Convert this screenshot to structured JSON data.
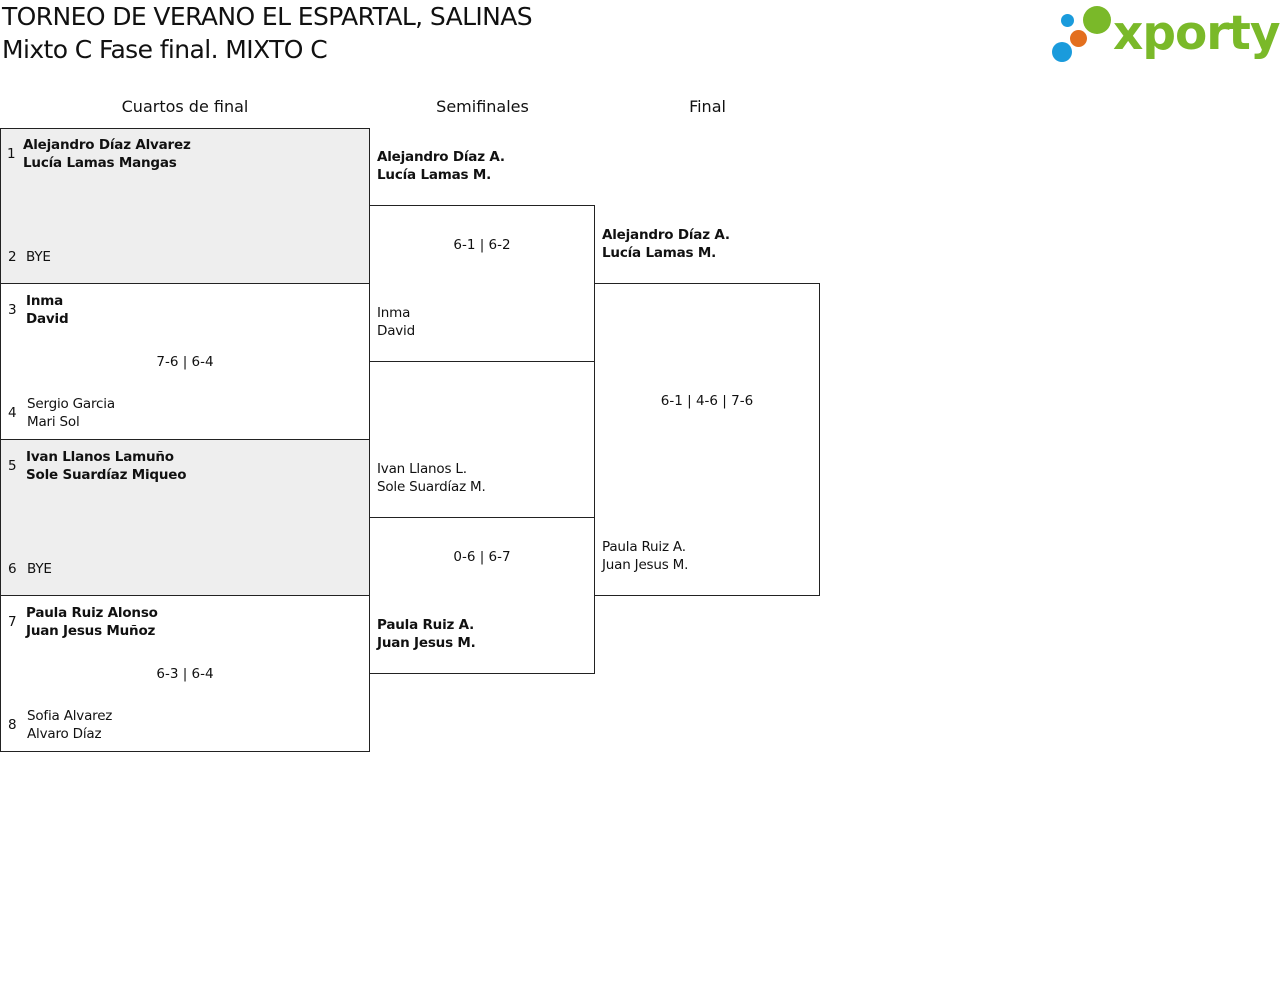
{
  "title": {
    "line1": "TORNEO DE VERANO EL ESPARTAL, SALINAS",
    "line2": "Mixto C Fase final. MIXTO C"
  },
  "logo": {
    "text": "xporty",
    "colors": {
      "green": "#7ab929",
      "blue": "#1a9bdc",
      "orange": "#e36f1e"
    }
  },
  "rounds": [
    "Cuartos de final",
    "Semifinales",
    "Final"
  ],
  "quarterfinals": [
    {
      "top": {
        "seed": "1",
        "line1": "Alejandro Díaz Alvarez",
        "line2": "Lucía Lamas Mangas"
      },
      "bottom": {
        "seed": "2",
        "line1": "BYE",
        "line2": ""
      },
      "score": ""
    },
    {
      "top": {
        "seed": "3",
        "line1": "Inma",
        "line2": "David"
      },
      "bottom": {
        "seed": "4",
        "line1": "Sergio Garcia",
        "line2": "Mari Sol"
      },
      "score": "7-6 | 6-4"
    },
    {
      "top": {
        "seed": "5",
        "line1": "Ivan Llanos Lamuño",
        "line2": "Sole Suardíaz Miqueo"
      },
      "bottom": {
        "seed": "6",
        "line1": "BYE",
        "line2": ""
      },
      "score": ""
    },
    {
      "top": {
        "seed": "7",
        "line1": "Paula Ruiz Alonso",
        "line2": "Juan Jesus Muñoz"
      },
      "bottom": {
        "seed": "8",
        "line1": "Sofia Alvarez",
        "line2": "Alvaro Díaz"
      },
      "score": "6-3 | 6-4"
    }
  ],
  "semifinals": [
    {
      "top": {
        "line1": "Alejandro Díaz A.",
        "line2": "Lucía Lamas M."
      },
      "bottom": {
        "line1": "Inma",
        "line2": "David"
      },
      "score": "6-1 | 6-2"
    },
    {
      "top": {
        "line1": "Ivan Llanos L.",
        "line2": "Sole Suardíaz M."
      },
      "bottom": {
        "line1": "Paula Ruiz A.",
        "line2": "Juan Jesus M."
      },
      "score": "0-6 | 6-7"
    }
  ],
  "final": {
    "top": {
      "line1": "Alejandro Díaz A.",
      "line2": "Lucía Lamas M."
    },
    "bottom": {
      "line1": "Paula Ruiz A.",
      "line2": "Juan Jesus M."
    },
    "score": "6-1 | 4-6 | 7-6"
  }
}
